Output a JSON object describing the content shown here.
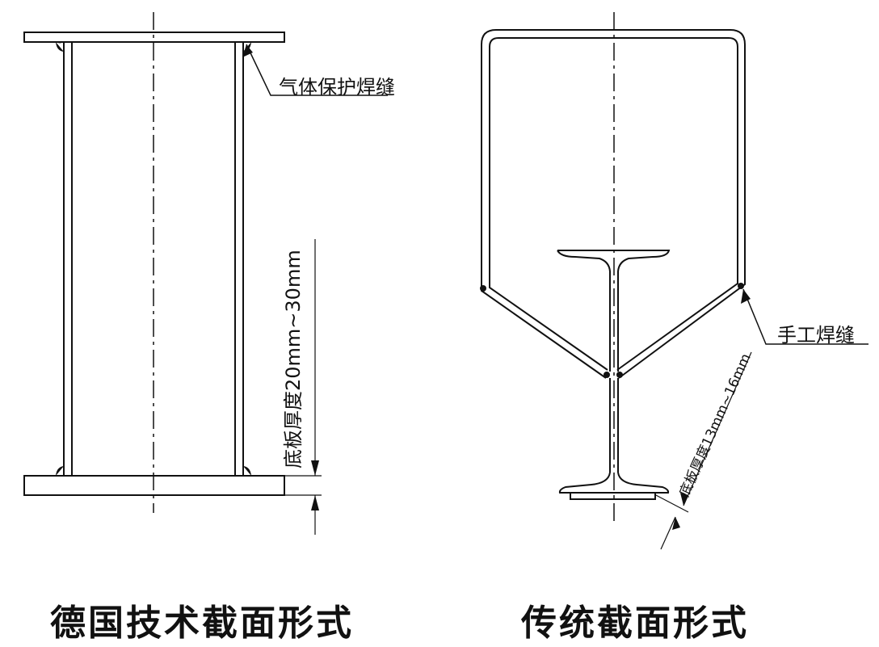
{
  "left_section": {
    "weld_note": "气体保护焊缝",
    "dimension_note": "底板厚度20mm~30mm",
    "caption": "德国技术截面形式"
  },
  "right_section": {
    "weld_note": "手工焊缝",
    "dimension_note": "底板厚度13mm~16mm",
    "caption": "传统截面形式"
  },
  "colors": {
    "line": "#111111",
    "background": "#ffffff"
  }
}
